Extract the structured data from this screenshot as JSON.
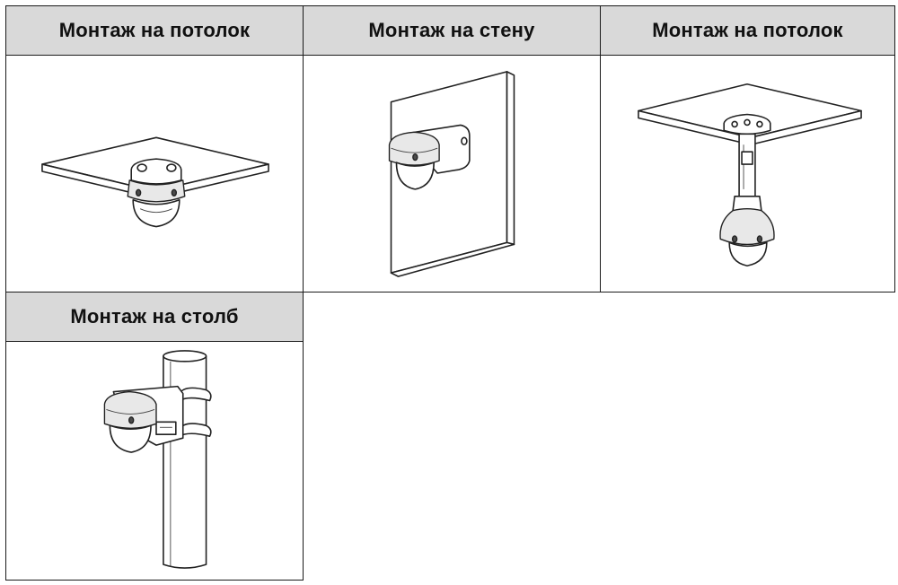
{
  "table": {
    "cells": [
      {
        "label": "Монтаж на потолок",
        "illustration": "ceiling-mount-icon"
      },
      {
        "label": "Монтаж на стену",
        "illustration": "wall-mount-icon"
      },
      {
        "label": "Монтаж на потолок",
        "illustration": "pendant-mount-icon"
      },
      {
        "label": "Монтаж на столб",
        "illustration": "pole-mount-icon"
      }
    ]
  },
  "colors": {
    "header_background": "#d9d9d9",
    "border": "#1a1a1a",
    "line_art": "#222222"
  }
}
